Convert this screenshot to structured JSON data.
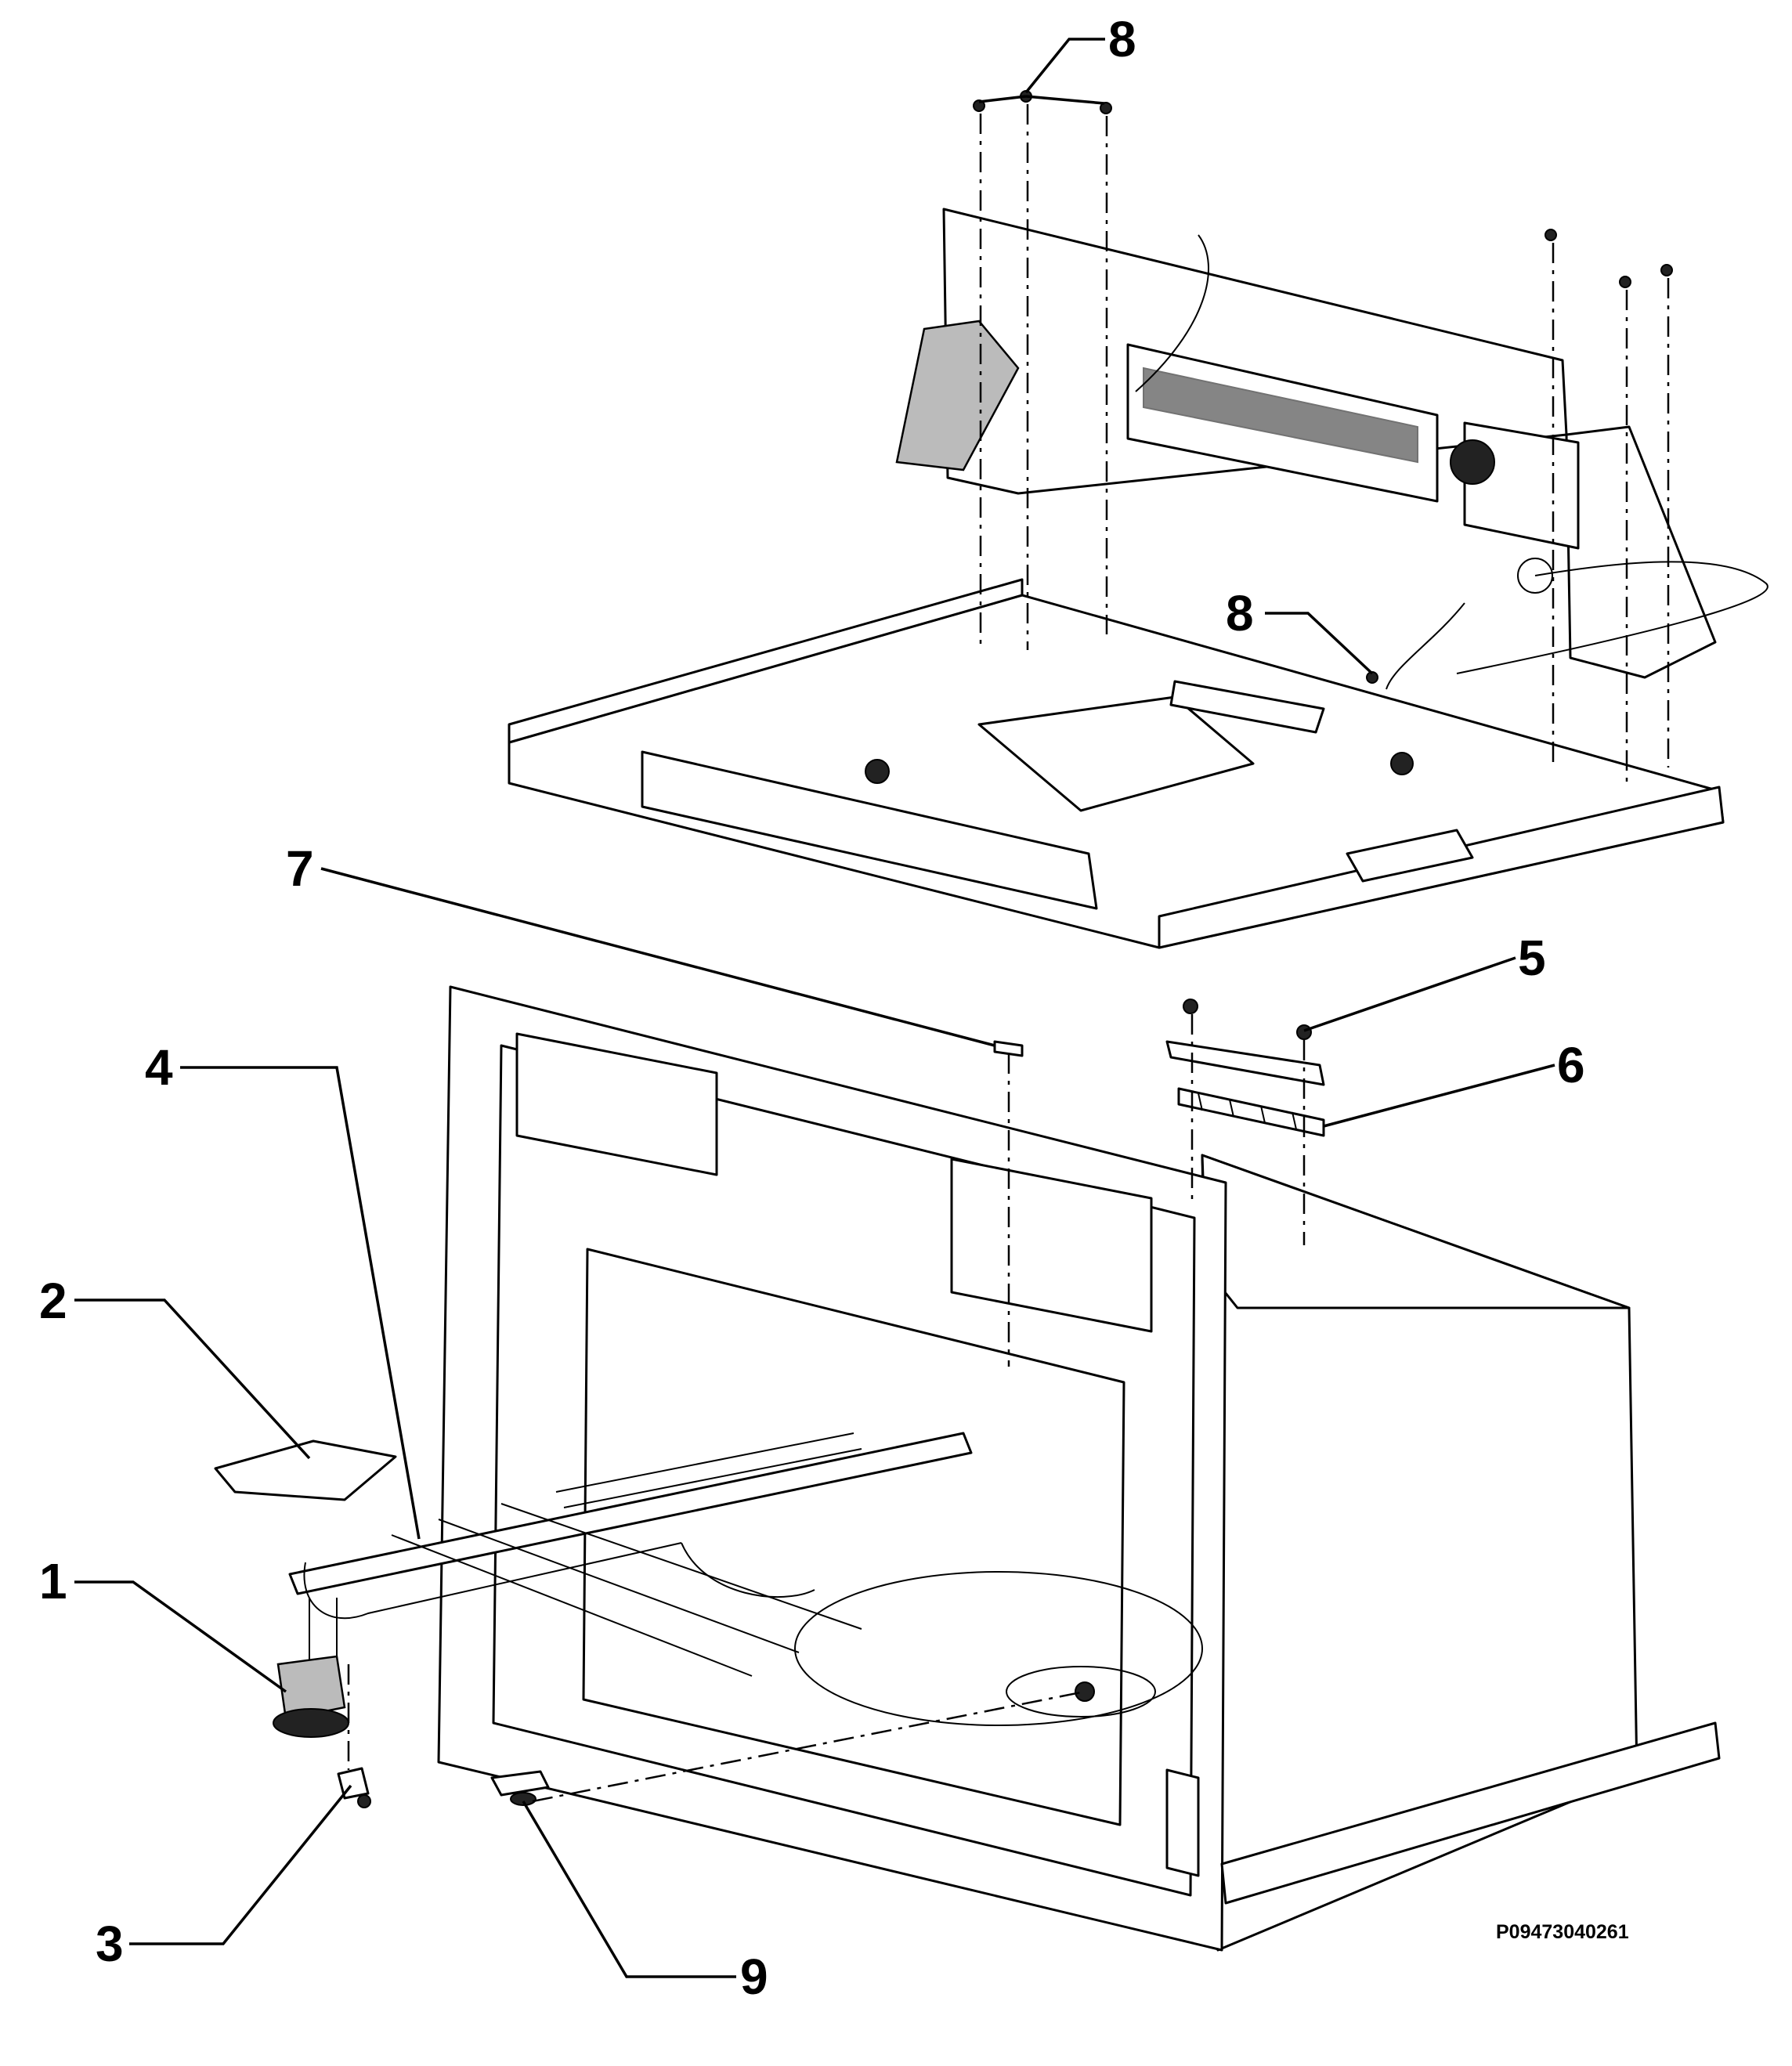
{
  "diagram": {
    "drawing_code": "P09473040261",
    "callouts": [
      {
        "label": "1"
      },
      {
        "label": "2"
      },
      {
        "label": "3"
      },
      {
        "label": "4"
      },
      {
        "label": "5"
      },
      {
        "label": "6"
      },
      {
        "label": "7"
      },
      {
        "label": "8"
      },
      {
        "label": "8"
      },
      {
        "label": "9"
      }
    ]
  }
}
